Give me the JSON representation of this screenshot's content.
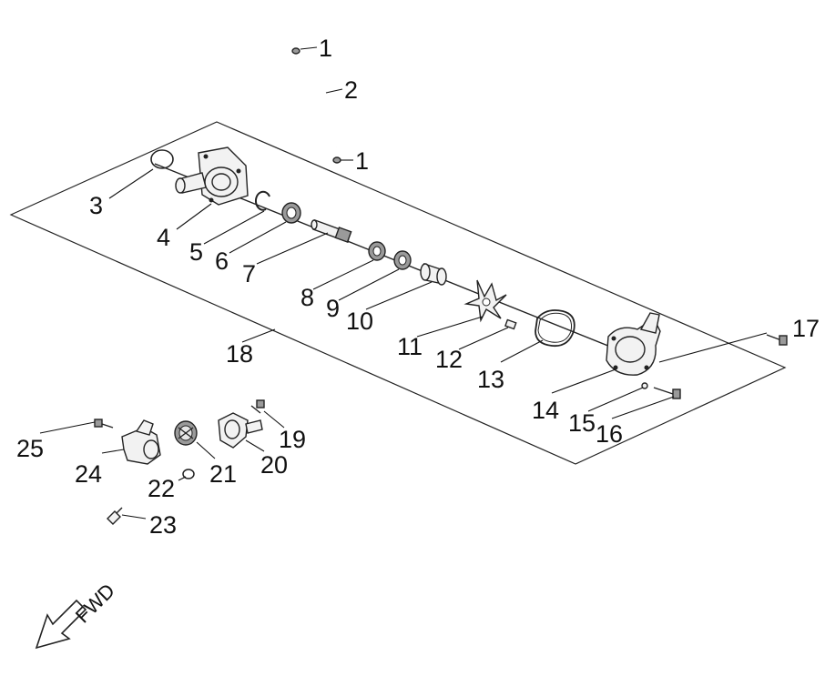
{
  "diagram": {
    "callouts": [
      "1",
      "2",
      "1",
      "3",
      "4",
      "5",
      "6",
      "7",
      "8",
      "9",
      "10",
      "11",
      "12",
      "13",
      "14",
      "15",
      "16",
      "17",
      "18",
      "19",
      "20",
      "21",
      "22",
      "23",
      "24",
      "25"
    ],
    "fwd_label": "FWD"
  }
}
